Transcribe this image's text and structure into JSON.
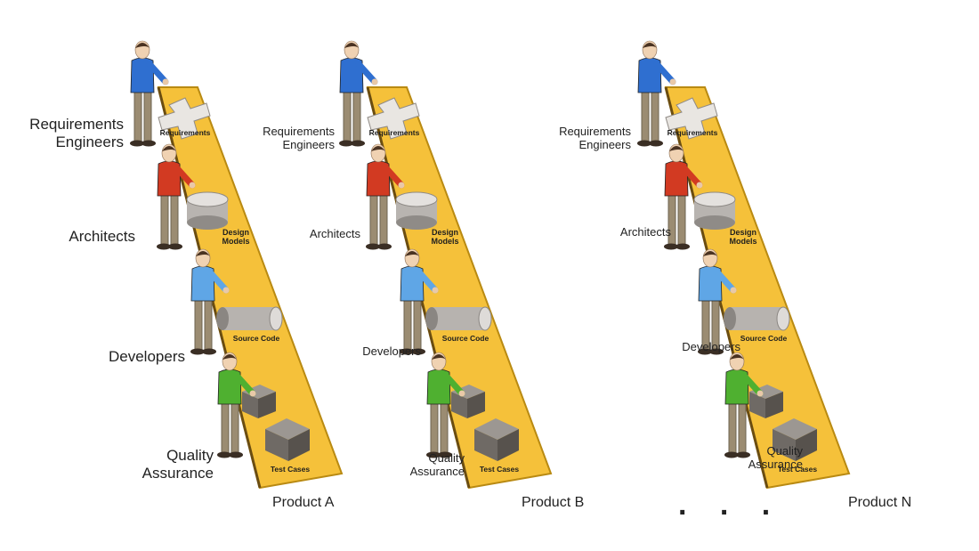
{
  "colors": {
    "belt": "#f5c13a",
    "belt_edge": "#b98a12",
    "requirements_shirt": "#2f6fd0",
    "architect_shirt": "#d23a22",
    "developer_shirt": "#5fa6e6",
    "qa_shirt": "#4fb030",
    "pants": "#9b8c72"
  },
  "products": [
    {
      "name": "Product A",
      "roles": {
        "requirements": "Requirements\nEngineers",
        "architects": "Architects",
        "developers": "Developers",
        "qa": "Quality\nAssurance"
      },
      "artifacts": {
        "requirements": "Requirements",
        "design": "Design\nModels",
        "source": "Source Code",
        "tests": "Test Cases"
      }
    },
    {
      "name": "Product B",
      "roles": {
        "requirements": "Requirements\nEngineers",
        "architects": "Architects",
        "developers": "Developers",
        "qa": "Quality\nAssurance"
      },
      "artifacts": {
        "requirements": "Requirements",
        "design": "Design\nModels",
        "source": "Source Code",
        "tests": "Test Cases"
      }
    },
    {
      "name": "Product N",
      "roles": {
        "requirements": "Requirements\nEngineers",
        "architects": "Architects",
        "developers": "Developers",
        "qa": "Quality\nAssurance"
      },
      "artifacts": {
        "requirements": "Requirements",
        "design": "Design\nModels",
        "source": "Source Code",
        "tests": "Test Cases"
      }
    }
  ],
  "ellipsis": ". . ."
}
